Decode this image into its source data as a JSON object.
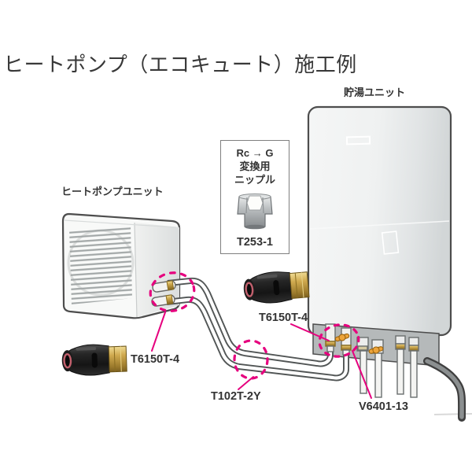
{
  "title": "ヒートポンプ（エコキュート）施工例",
  "units": {
    "tank": {
      "label": "貯湯ユニット"
    },
    "heat_pump": {
      "label": "ヒートポンプユニット"
    }
  },
  "parts": {
    "nipple": {
      "desc_line1": "Rc → G",
      "desc_line2": "変換用",
      "desc_line3": "ニップル",
      "part_no": "T253-1"
    },
    "fitting_left": {
      "part_no": "T6150T-4"
    },
    "fitting_mid": {
      "part_no": "T6150T-4"
    },
    "pipe_joint": {
      "part_no": "T102T-2Y"
    },
    "tank_valve": {
      "part_no": "V6401-13"
    }
  },
  "colors": {
    "highlight_magenta": "#e6007e",
    "outline_gray": "#4d4d4d",
    "brass": "#c9a44a",
    "valve_orange": "#eda43a",
    "fitting_black": "#242424",
    "fitting_ring_red": "#c2606d"
  }
}
